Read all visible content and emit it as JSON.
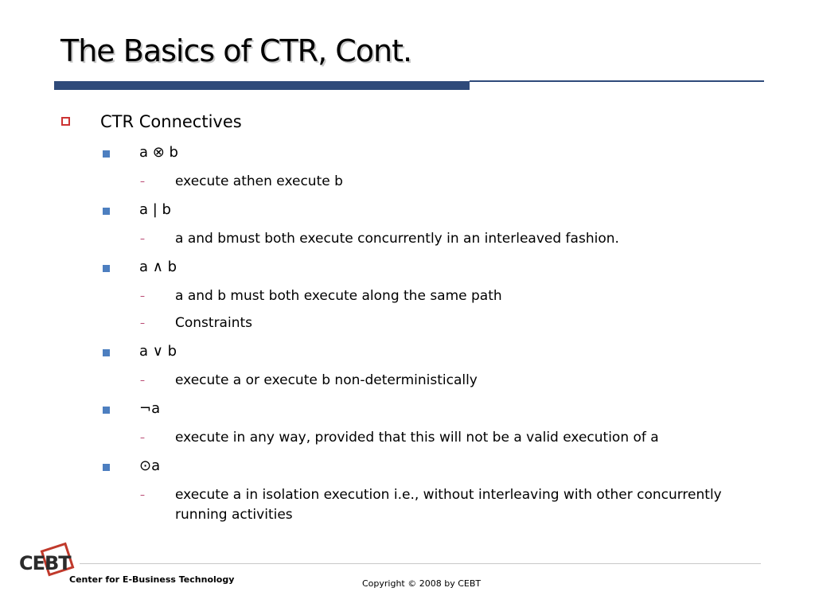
{
  "slide": {
    "title": "The Basics of CTR, Cont."
  },
  "content": {
    "heading": "CTR Connectives",
    "items": [
      {
        "label": "a ⊗ b",
        "details": [
          "execute athen execute b"
        ]
      },
      {
        "label": "a | b",
        "details": [
          "a and bmust both execute concurrently in an interleaved fashion."
        ]
      },
      {
        "label": "a ∧ b",
        "details": [
          "a and b must both execute along the same path",
          "Constraints"
        ]
      },
      {
        "label": "a ∨ b",
        "details": [
          "execute a or execute b non-deterministically"
        ]
      },
      {
        "label": "¬a",
        "details": [
          "execute in any way, provided that this will not be a valid execution of a"
        ]
      },
      {
        "label": "⊙a",
        "details": [
          "execute a in isolation execution i.e., without interleaving with other concurrently running activities"
        ]
      }
    ],
    "dash": "–"
  },
  "footer": {
    "logo_text": "CEBT",
    "org_name": "Center for E-Business Technology",
    "copyright": "Copyright © 2008 by CEBT"
  },
  "colors": {
    "title_rule": "#2f4a7a",
    "level1_marker": "#cc3333",
    "level2_marker": "#4d7fc0",
    "level3_dash": "#b03060",
    "logo_frame": "#c0392b"
  }
}
